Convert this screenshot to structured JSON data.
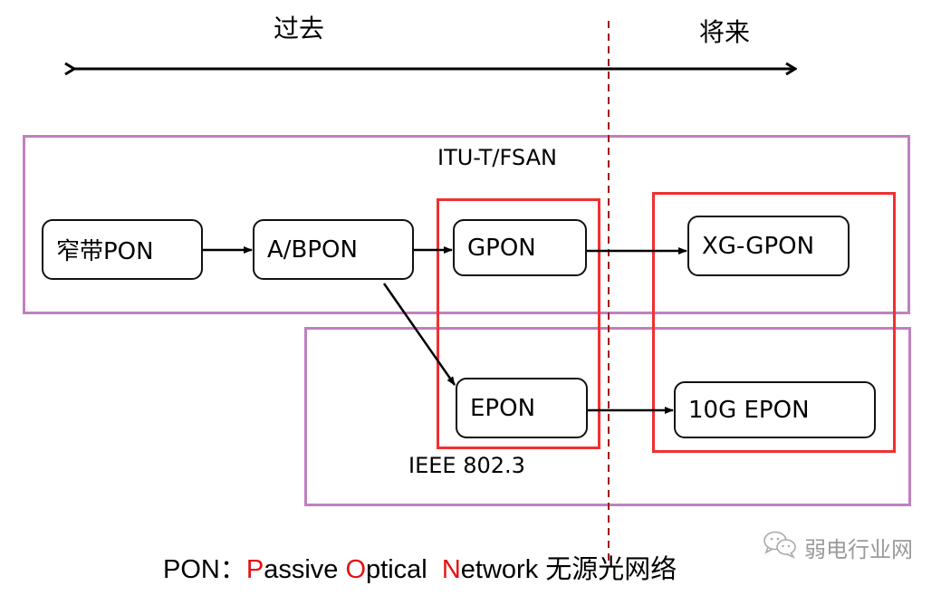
{
  "timeline": {
    "past_label": "过去",
    "future_label": "将来"
  },
  "groups": {
    "itu": {
      "label": "ITU-T/FSAN"
    },
    "ieee": {
      "label": "IEEE 802.3"
    }
  },
  "nodes": {
    "narrowband_pon": "窄带PON",
    "abpon": "A/BPON",
    "gpon": "GPON",
    "xg_gpon": "XG-GPON",
    "epon": "EPON",
    "epon_10g": "10G EPON"
  },
  "footer": {
    "prefix": "PON：",
    "p_letter": "P",
    "p_rest": "assive ",
    "o_letter": "O",
    "o_rest": "ptical  ",
    "n_letter": "N",
    "n_rest": "etwork ",
    "chinese": "无源光网络",
    "highlight_color": "#e81010"
  },
  "watermark": {
    "icon": "wechat-icon",
    "text": "弱电行业网"
  },
  "colors": {
    "group_border": "#c080c0",
    "highlight_border": "#f03030",
    "divider": "#a01818"
  }
}
